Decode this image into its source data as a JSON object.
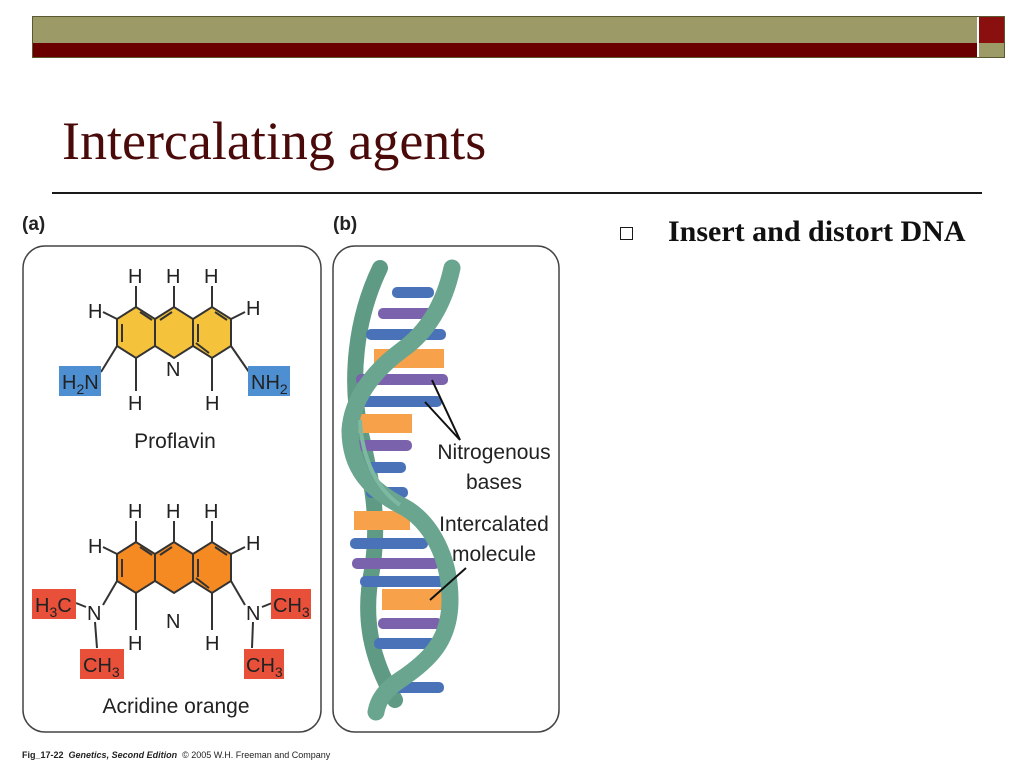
{
  "slide": {
    "title": "Intercalating agents",
    "bullet": "Insert and distort DNA"
  },
  "figure": {
    "panel_a_label": "(a)",
    "panel_b_label": "(b)",
    "proflavin": {
      "name": "Proflavin",
      "h_top": [
        "H",
        "H",
        "H"
      ],
      "h_left": "H",
      "h_right": "H",
      "h_bottom": [
        "H",
        "H"
      ],
      "ring_n": "N",
      "left_group": "H2N",
      "right_group": "NH2",
      "ring_color": "#f5c33b",
      "group_color": "#4d8fd1"
    },
    "acridine_orange": {
      "name": "Acridine orange",
      "h_top": [
        "H",
        "H",
        "H"
      ],
      "h_left": "H",
      "h_right": "H",
      "h_bottom": [
        "H",
        "H"
      ],
      "ring_n": "N",
      "left_n": "N",
      "right_n": "N",
      "left_methyl_top": "H3C",
      "left_methyl_bottom": "CH3",
      "right_methyl_top": "CH3",
      "right_methyl_bottom": "CH3",
      "ring_color": "#f58a22",
      "group_color": "#e8503a"
    },
    "dna": {
      "label_bases": [
        "Nitrogenous",
        "bases"
      ],
      "label_intercalated": [
        "Intercalated",
        "molecule"
      ],
      "backbone_color": "#6aa58f",
      "base_colors": [
        "#4a72b8",
        "#7b62ad"
      ],
      "intercalator_color": "#f7a24b"
    },
    "caption": {
      "fig": "Fig_17-22",
      "book": "Genetics, Second Edition",
      "rest": "© 2005 W.H. Freeman and Company"
    }
  }
}
